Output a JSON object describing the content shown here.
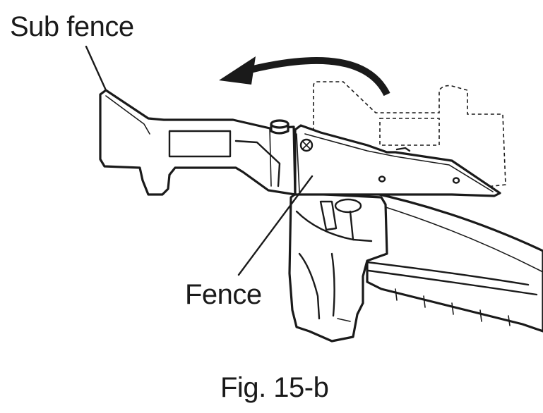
{
  "labels": {
    "sub_fence": "Sub fence",
    "fence": "Fence"
  },
  "caption": "Fig. 15-b",
  "colors": {
    "line": "#1a1a1a",
    "background": "#ffffff"
  }
}
